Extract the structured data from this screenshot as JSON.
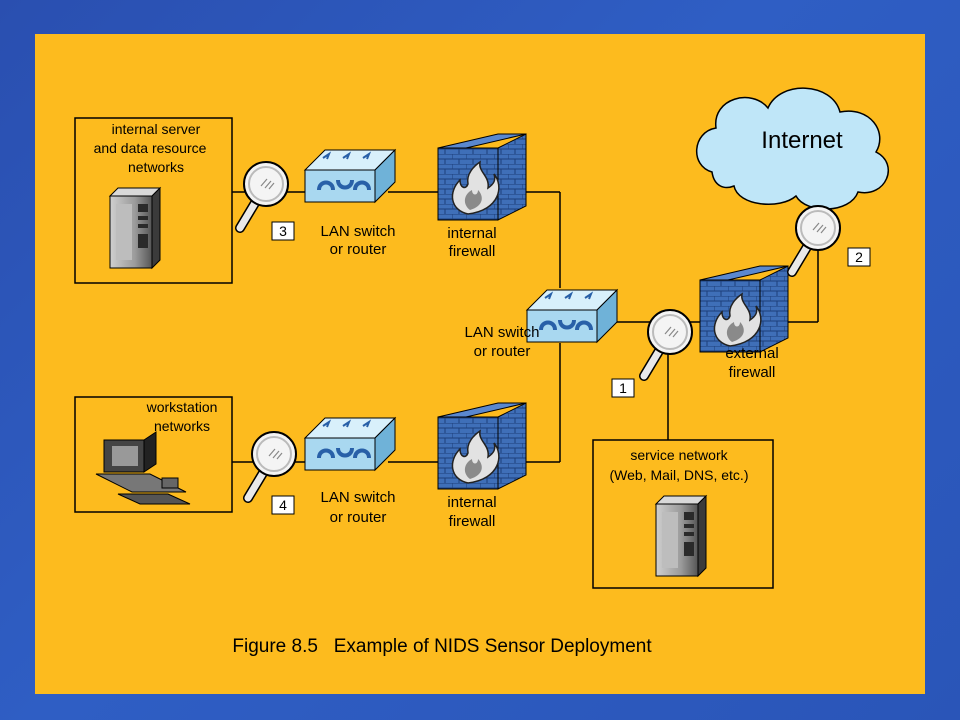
{
  "diagram": {
    "internet_label": "Internet",
    "server_box": {
      "lines": [
        "internal server",
        "and data resource",
        "networks"
      ]
    },
    "workstation_box": {
      "lines": [
        "workstation",
        "networks"
      ]
    },
    "service_box": {
      "lines": [
        "service network",
        "(Web, Mail, DNS, etc.)"
      ]
    },
    "switches": [
      {
        "lines": [
          "LAN switch",
          "or router"
        ]
      },
      {
        "lines": [
          "LAN switch",
          "or router"
        ]
      },
      {
        "lines": [
          "LAN switch",
          "or router"
        ]
      }
    ],
    "firewalls": [
      {
        "lines": [
          "internal",
          "firewall"
        ]
      },
      {
        "lines": [
          "internal",
          "firewall"
        ]
      },
      {
        "lines": [
          "external",
          "firewall"
        ]
      }
    ],
    "sensors": [
      {
        "number": "1"
      },
      {
        "number": "2"
      },
      {
        "number": "3"
      },
      {
        "number": "4"
      }
    ],
    "caption": "Figure 8.5   Example of NIDS Sensor Deployment"
  },
  "colors": {
    "background": "#2d58bd",
    "panel": "#fdbb1e",
    "cloud": "#bfe6f8",
    "switch": "#a9d8f0",
    "brick": "#3f6fb8"
  }
}
